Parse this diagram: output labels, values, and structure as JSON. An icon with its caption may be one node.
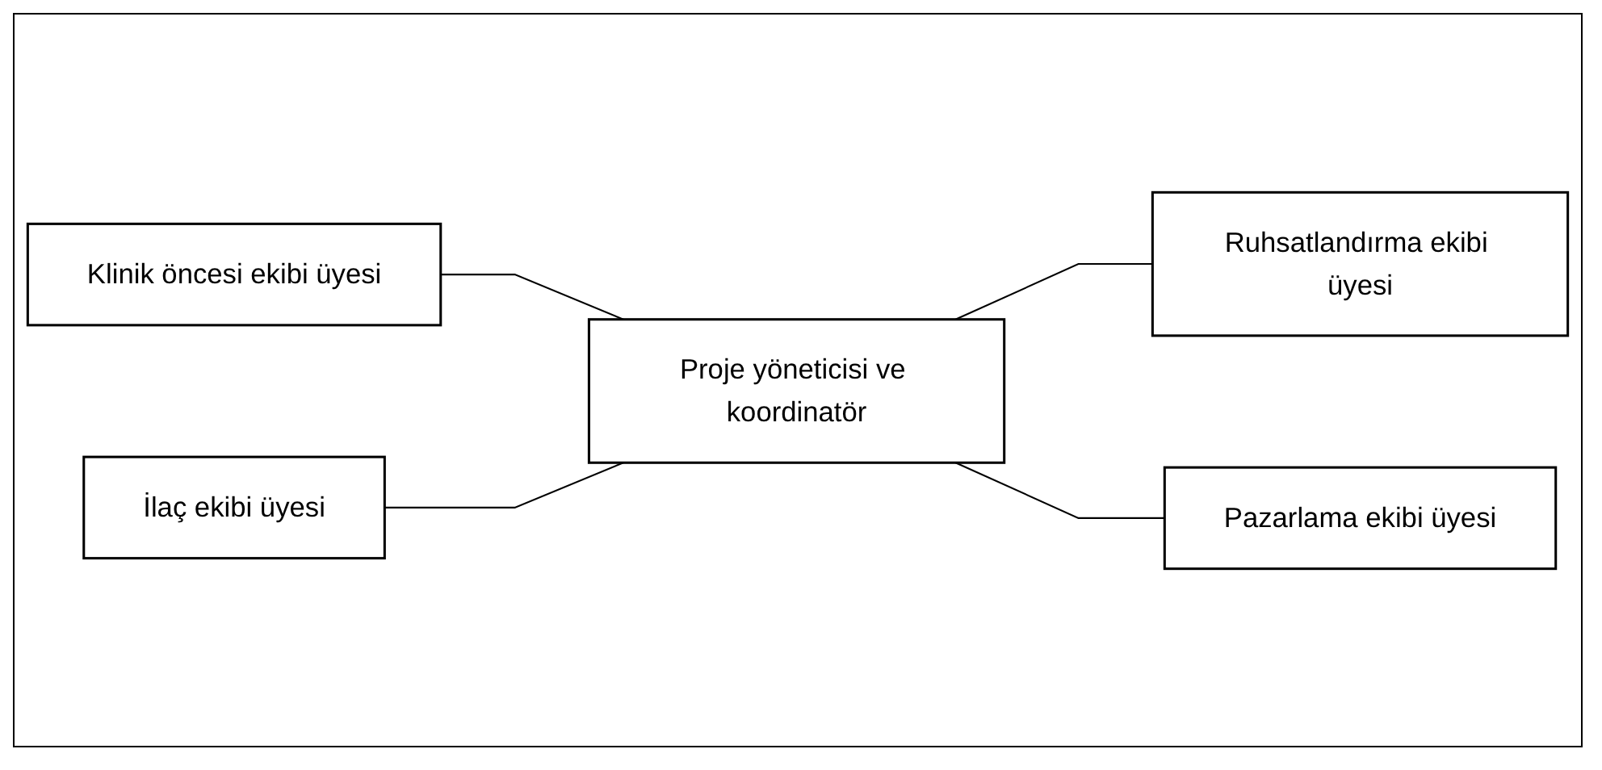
{
  "diagram": {
    "nodes": [
      {
        "text": [
          "Klinik öncesi ekibi üyesi"
        ]
      },
      {
        "text": [
          "Ruhsatlandırma ekibi üyesi"
        ]
      },
      {
        "text": [
          "Proje yöneticisi ve koordinatör"
        ]
      },
      {
        "text": [
          "İlaç ekibi üyesi"
        ]
      },
      {
        "text": [
          "Pazarlama ekibi üyesi"
        ]
      }
    ],
    "edges": [
      {
        "from": 0,
        "to": 2,
        "arrow": "none"
      },
      {
        "from": 2,
        "to": 1,
        "arrow": "none"
      },
      {
        "from": 3,
        "to": 2,
        "arrow": "none"
      },
      {
        "from": 2,
        "to": 4,
        "arrow": "none"
      }
    ]
  }
}
